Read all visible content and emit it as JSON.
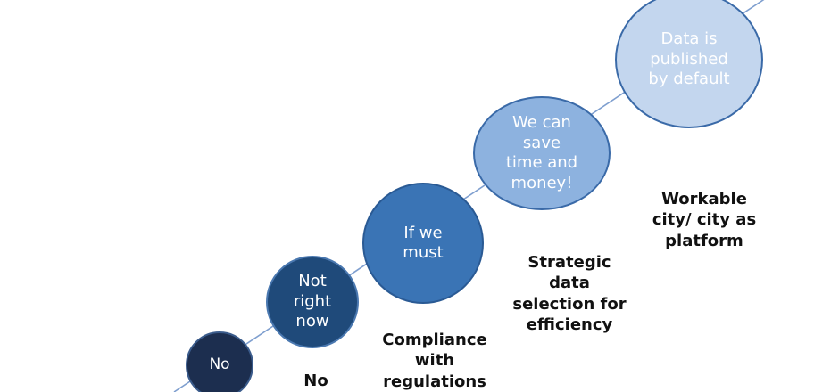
{
  "colors": {
    "line": "#7f9fcf",
    "stage1_fill": "#1c2e4f",
    "stage2_fill": "#1f4a7a",
    "stage3_fill": "#3a74b5",
    "stage4_fill": "#8db2df",
    "stage5_fill": "#c3d6ee",
    "stage5_text": "#ffffff",
    "caption_text": "#111111"
  },
  "stages": [
    {
      "circle_text": "No",
      "caption": "No"
    },
    {
      "circle_text": "Not\nright\nnow",
      "caption": ""
    },
    {
      "circle_text": "If we\nmust",
      "caption": "Compliance\nwith\nregulations"
    },
    {
      "circle_text": "We can\nsave\ntime and\nmoney!",
      "caption": "Strategic\ndata\nselection for\nefficiency"
    },
    {
      "circle_text": "Data is\npublished\nby default",
      "caption": "Workable\ncity/ city as\nplatform"
    }
  ]
}
